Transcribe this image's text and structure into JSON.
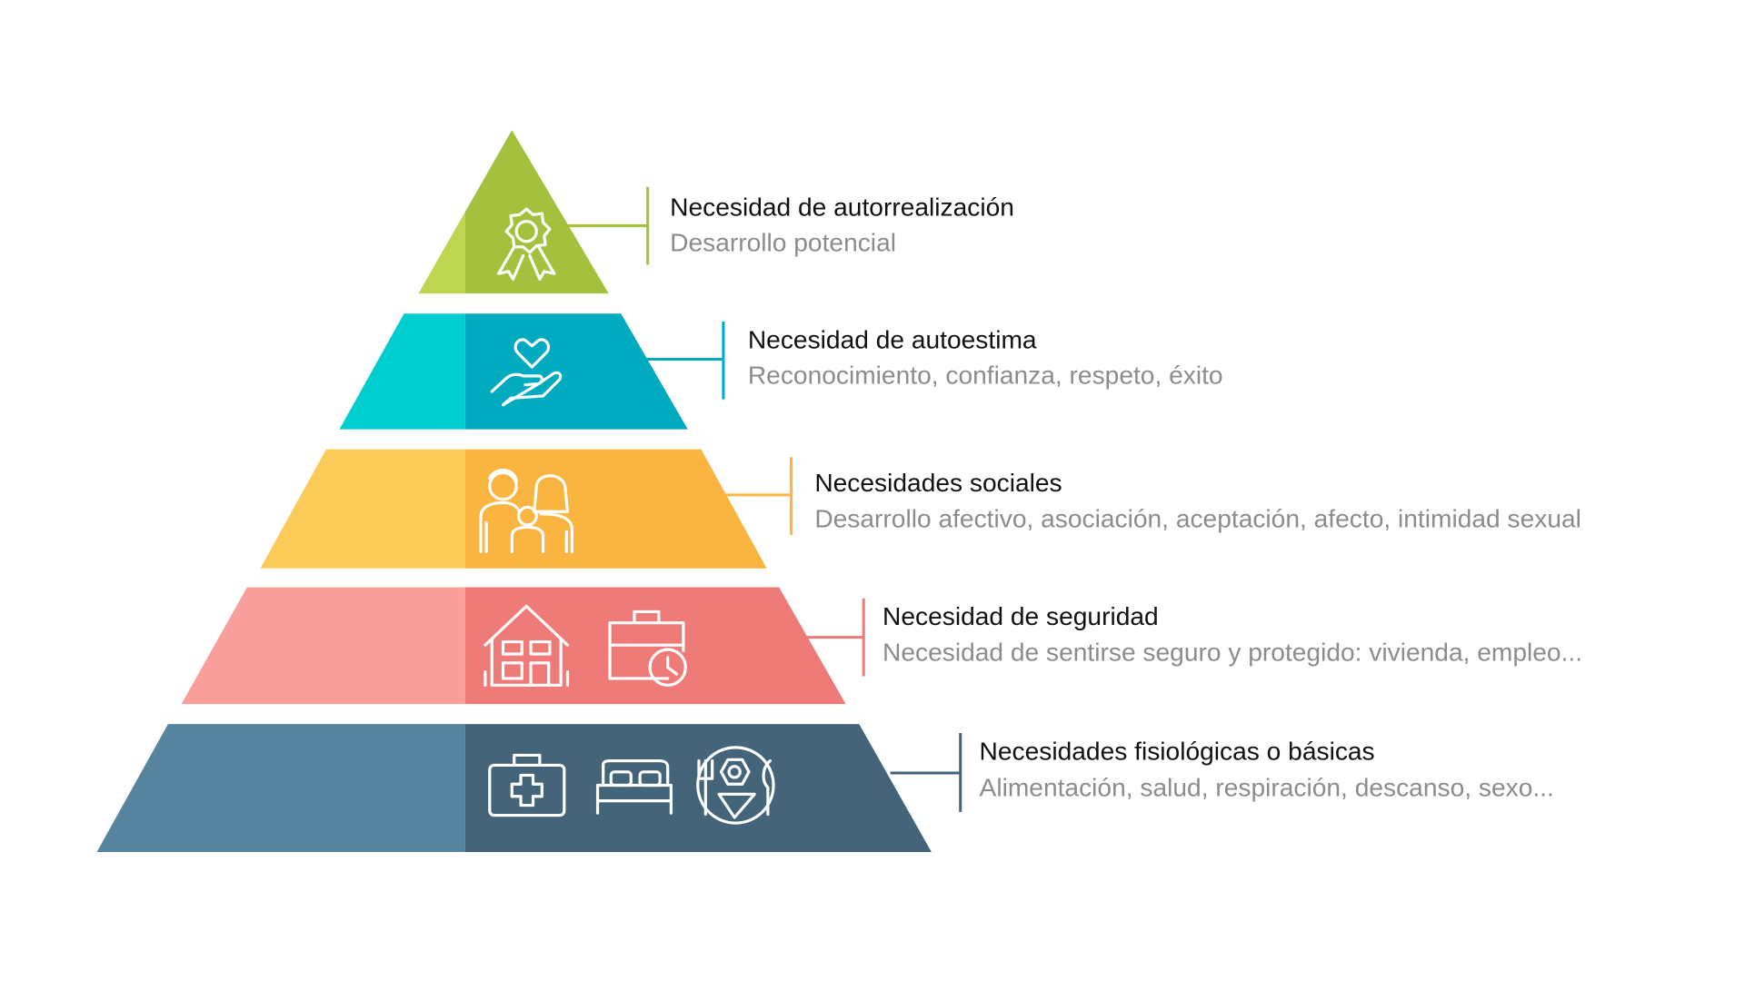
{
  "colors": {
    "tier1": [
      "#bdd54f",
      "#a3c13c"
    ],
    "tier2": [
      "#00cdd0",
      "#00aabf"
    ],
    "tier3": [
      "#fbcb5a",
      "#f9b540"
    ],
    "tier4": [
      "#f89f9b",
      "#ef7b78"
    ],
    "tier5": [
      "#56849f",
      "#446579"
    ]
  },
  "tiers": [
    {
      "title": "Necesidad de autorrealización",
      "subtitle": "Desarrollo potencial",
      "icons": [
        "award-ribbon-icon"
      ]
    },
    {
      "title": "Necesidad de autoestima",
      "subtitle": "Reconocimiento, confianza, respeto, éxito",
      "icons": [
        "heart-in-hand-icon"
      ]
    },
    {
      "title": "Necesidades sociales",
      "subtitle": "Desarrollo afectivo, asociación, aceptación, afecto, intimidad sexual",
      "icons": [
        "family-icon"
      ]
    },
    {
      "title": "Necesidad de seguridad",
      "subtitle": "Necesidad de sentirse seguro y protegido: vivienda, empleo...",
      "icons": [
        "house-icon",
        "briefcase-clock-icon"
      ]
    },
    {
      "title": "Necesidades fisiológicas o básicas",
      "subtitle": "Alimentación, salud, respiración, descanso, sexo...",
      "icons": [
        "first-aid-kit-icon",
        "bed-icon",
        "food-plate-icon"
      ]
    }
  ]
}
